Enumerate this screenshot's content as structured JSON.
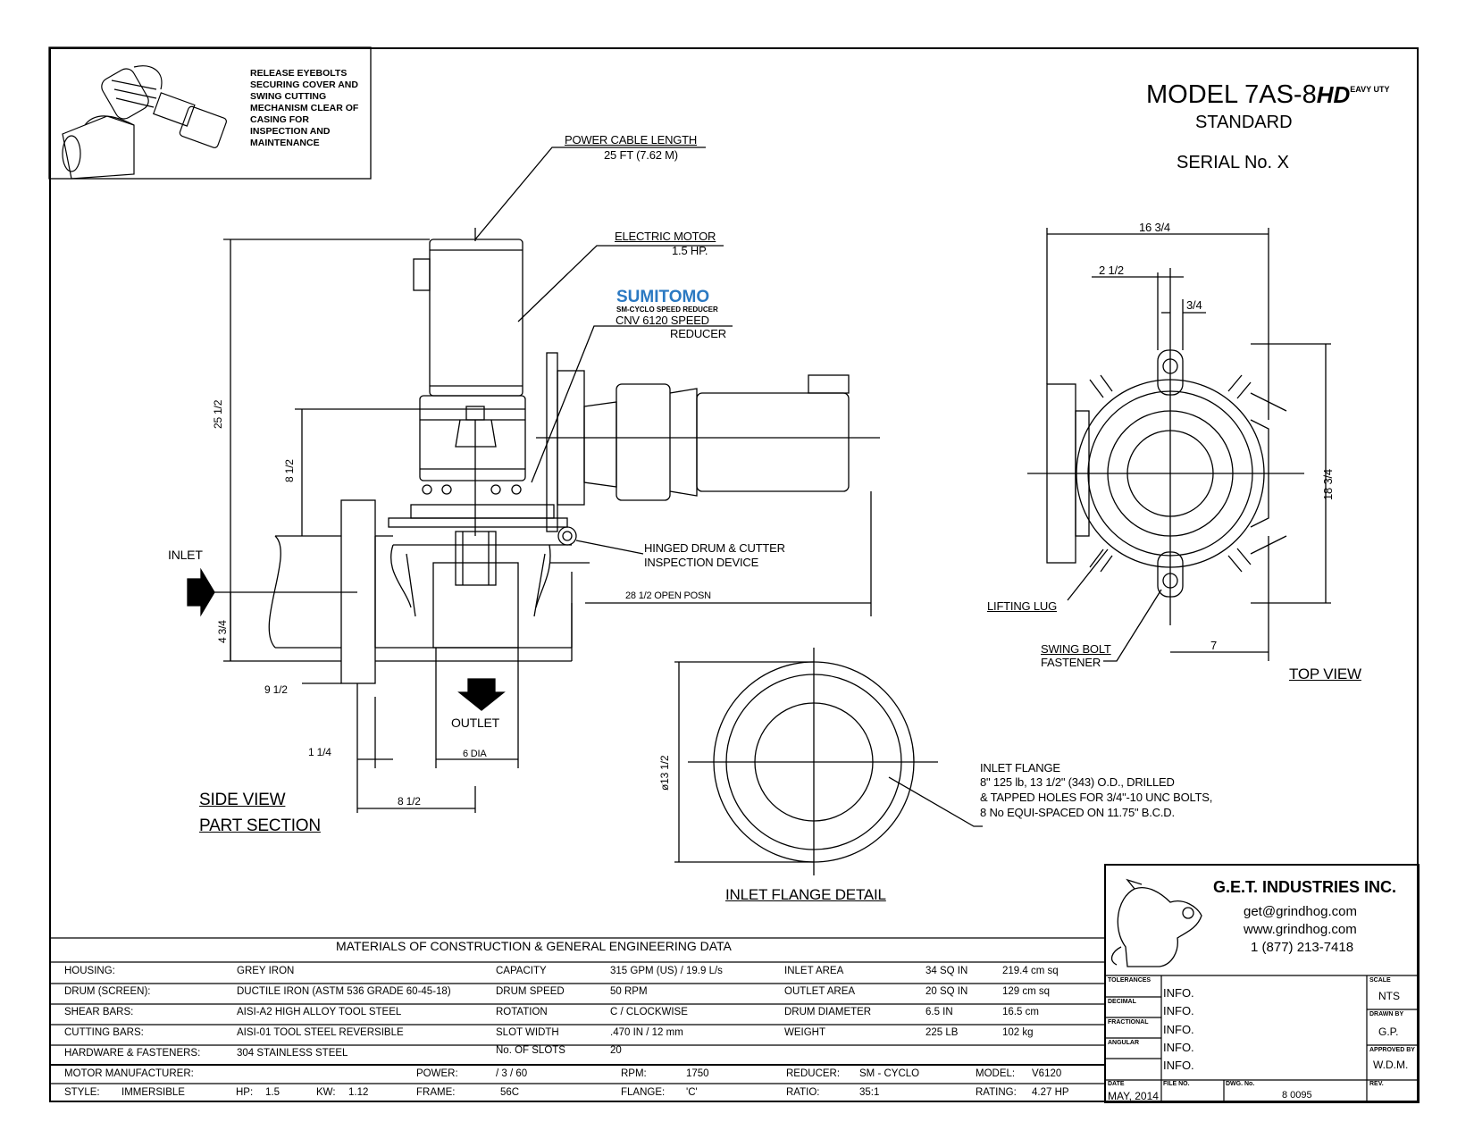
{
  "header": {
    "model": "MODEL 7AS-8",
    "model_hd": "HD",
    "model_hd_sub": "EAVY UTY",
    "standard": "STANDARD",
    "serial": "SERIAL No. X"
  },
  "maintenance_note": "RELEASE EYEBOLTS SECURING COVER AND SWING CUTTING MECHANISM CLEAR OF CASING FOR INSPECTION AND MAINTENANCE",
  "side_view": {
    "power_cable": "POWER CABLE LENGTH",
    "power_cable_len": "25 FT (7.62 M)",
    "motor": "ELECTRIC MOTOR",
    "motor_hp": "1.5 HP.",
    "brand": "SUMITOMO",
    "brand_sub": "SM-CYCLO SPEED REDUCER",
    "reducer1": "CNV 6120 SPEED",
    "reducer2": "REDUCER",
    "hinged1": "HINGED DRUM & CUTTER",
    "hinged2": "INSPECTION DEVICE",
    "open_posn": "28 1/2 OPEN POSN",
    "inlet": "INLET",
    "outlet": "OUTLET",
    "dim_25": "25 1/2",
    "dim_8half": "8 1/2",
    "dim_4_34": "4 3/4",
    "dim_9_12": "9 1/2",
    "dim_1_14": "1 1/4",
    "dim_6dia": "6 DIA",
    "dim_8_12b": "8 1/2",
    "title1": "SIDE VIEW",
    "title2": "PART SECTION"
  },
  "top_view": {
    "dim_16": "16 3/4",
    "dim_2": "2 1/2",
    "dim_34": "3/4",
    "dim_18": "18 3/4",
    "dim_7": "7",
    "lug": "LIFTING LUG",
    "swing1": "SWING BOLT",
    "swing2": "FASTENER",
    "title": "TOP VIEW"
  },
  "flange": {
    "dim": "ø13 1/2",
    "note1": "INLET FLANGE",
    "note2": "8\" 125 lb, 13 1/2\" (343) O.D., DRILLED",
    "note3": "& TAPPED HOLES FOR 3/4\"-10 UNC BOLTS,",
    "note4": "8 No EQUI-SPACED ON 11.75\" B.C.D.",
    "title": "INLET FLANGE DETAIL"
  },
  "company": {
    "name": "G.E.T. INDUSTRIES INC.",
    "email": "get@grindhog.com",
    "web": "www.grindhog.com",
    "phone": "1 (877) 213-7418"
  },
  "materials": {
    "title": "MATERIALS OF CONSTRUCTION & GENERAL ENGINEERING DATA",
    "rows": [
      [
        "HOUSING:",
        "GREY IRON",
        "CAPACITY",
        "315 GPM (US) / 19.9 L/s",
        "INLET AREA",
        "34 SQ IN",
        "219.4 cm sq"
      ],
      [
        "DRUM (SCREEN):",
        "DUCTILE IRON (ASTM 536 GRADE 60-45-18)",
        "DRUM SPEED",
        "50 RPM",
        "OUTLET AREA",
        "20 SQ IN",
        "129 cm sq"
      ],
      [
        "SHEAR BARS:",
        "AISI-A2 HIGH ALLOY TOOL STEEL",
        "ROTATION",
        "C / CLOCKWISE",
        "DRUM DIAMETER",
        "6.5 IN",
        "16.5 cm"
      ],
      [
        "CUTTING BARS:",
        "AISI-01 TOOL STEEL REVERSIBLE",
        "SLOT WIDTH",
        ".470 IN / 12 mm",
        "WEIGHT",
        "225 LB",
        "102 kg"
      ],
      [
        "HARDWARE & FASTENERS:",
        "304 STAINLESS STEEL",
        "No. OF SLOTS",
        "20",
        "",
        "",
        ""
      ]
    ],
    "motor_row1": [
      "MOTOR MANUFACTURER:",
      "POWER:",
      "/ 3 / 60",
      "RPM:",
      "1750",
      "REDUCER:",
      "SM - CYCLO",
      "MODEL:",
      "V6120"
    ],
    "motor_row2": [
      "STYLE:",
      "IMMERSIBLE",
      "HP:",
      "1.5",
      "KW:",
      "1.12",
      "FRAME:",
      "56C",
      "FLANGE:",
      "'C'",
      "RATIO:",
      "35:1",
      "RATING:",
      "4.27 HP"
    ]
  },
  "titleblock": {
    "left_labels": [
      "TOLERANCES",
      "DECIMAL",
      "FRACTIONAL",
      "ANGULAR",
      ""
    ],
    "info": [
      "INFO.",
      "INFO.",
      "INFO.",
      "INFO.",
      "INFO."
    ],
    "scale_label": "SCALE",
    "scale": "NTS",
    "drawn_label": "DRAWN BY",
    "drawn": "G.P.",
    "approved_label": "APPROVED BY",
    "approved": "W.D.M.",
    "date_label": "DATE",
    "date": "MAY, 2014",
    "file_label": "FILE NO.",
    "dwg_label": "DWG. No.",
    "dwg": "8 0095",
    "rev_label": "REV."
  }
}
